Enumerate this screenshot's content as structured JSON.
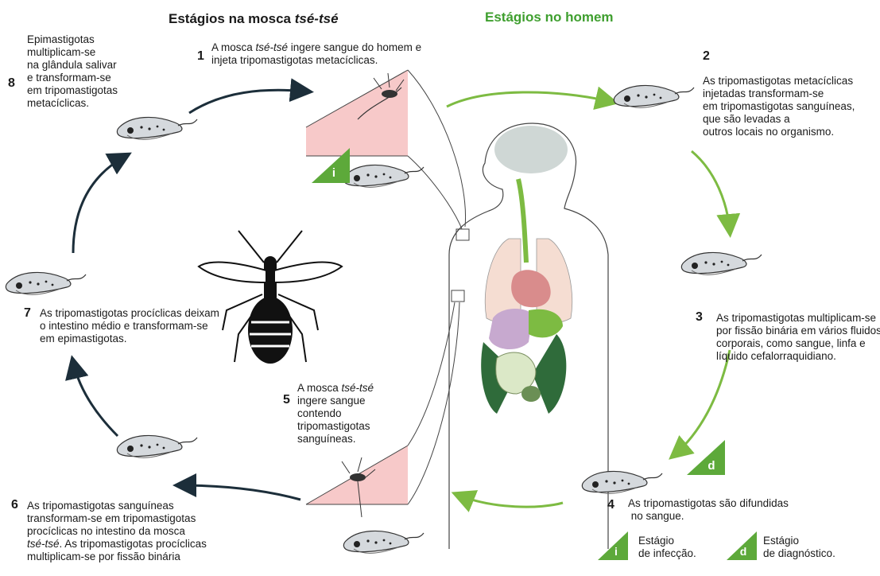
{
  "headers": {
    "fly_prefix": "Estágios na mosca ",
    "fly_italic": "tsé-tsé",
    "human": "Estágios no homem"
  },
  "steps": {
    "s1": {
      "num": "1",
      "l1a": "A mosca ",
      "l1i": "tsé-tsé",
      "l1b": " ingere sangue do homem e",
      "l2": "injeta tripomastigotas metacíclicas."
    },
    "s2": {
      "num": "2",
      "lines": [
        "As tripomastigotas metacíclicas",
        "injetadas transformam-se",
        "em tripomastigotas sanguíneas,",
        "que são levadas a",
        "outros locais no organismo."
      ]
    },
    "s3": {
      "num": "3",
      "lines": [
        "As tripomastigotas multiplicam-se",
        "por fissão binária em vários fluidos",
        "corporais, como sangue, linfa e",
        "líquido cefalorraquidiano."
      ]
    },
    "s4": {
      "num": "4",
      "lines": [
        "As tripomastigotas são difundidas",
        " no sangue."
      ]
    },
    "s5": {
      "num": "5",
      "l1a": "A mosca ",
      "l1i": "tsé-tsé",
      "lines": [
        "ingere sangue",
        "contendo",
        "tripomastigotas",
        "sanguíneas."
      ]
    },
    "s6": {
      "num": "6",
      "l1": "As tripomastigotas sanguíneas",
      "l2": "transformam-se em tripomastigotas",
      "l3": "procíclicas no intestino da mosca",
      "l4i": "tsé-tsé",
      "l4b": ". As tripomastigotas procíclicas",
      "l5": "multiplicam-se por fissão binária"
    },
    "s7": {
      "num": "7",
      "lines": [
        "As tripomastigotas procíclicas deixam",
        "o intestino médio e transformam-se",
        "em epimastigotas."
      ]
    },
    "s8": {
      "num": "8",
      "lines": [
        "Epimastigotas",
        "multiplicam-se",
        "na glândula salivar",
        "e transformam-se",
        "em tripomastigotas",
        "metacíclicas."
      ]
    }
  },
  "legend": {
    "i_letter": "i",
    "d_letter": "d",
    "infection_l1": "Estágio",
    "infection_l2": "de infecção.",
    "diagnostic_l1": "Estágio",
    "diagnostic_l2": "de diagnóstico."
  },
  "colors": {
    "dark_arrow": "#1c2e3a",
    "green_arrow": "#7dbb42",
    "header_green": "#3f9f2f",
    "skin_pink": "#f7c9c9",
    "marker_green": "#5da93a"
  }
}
